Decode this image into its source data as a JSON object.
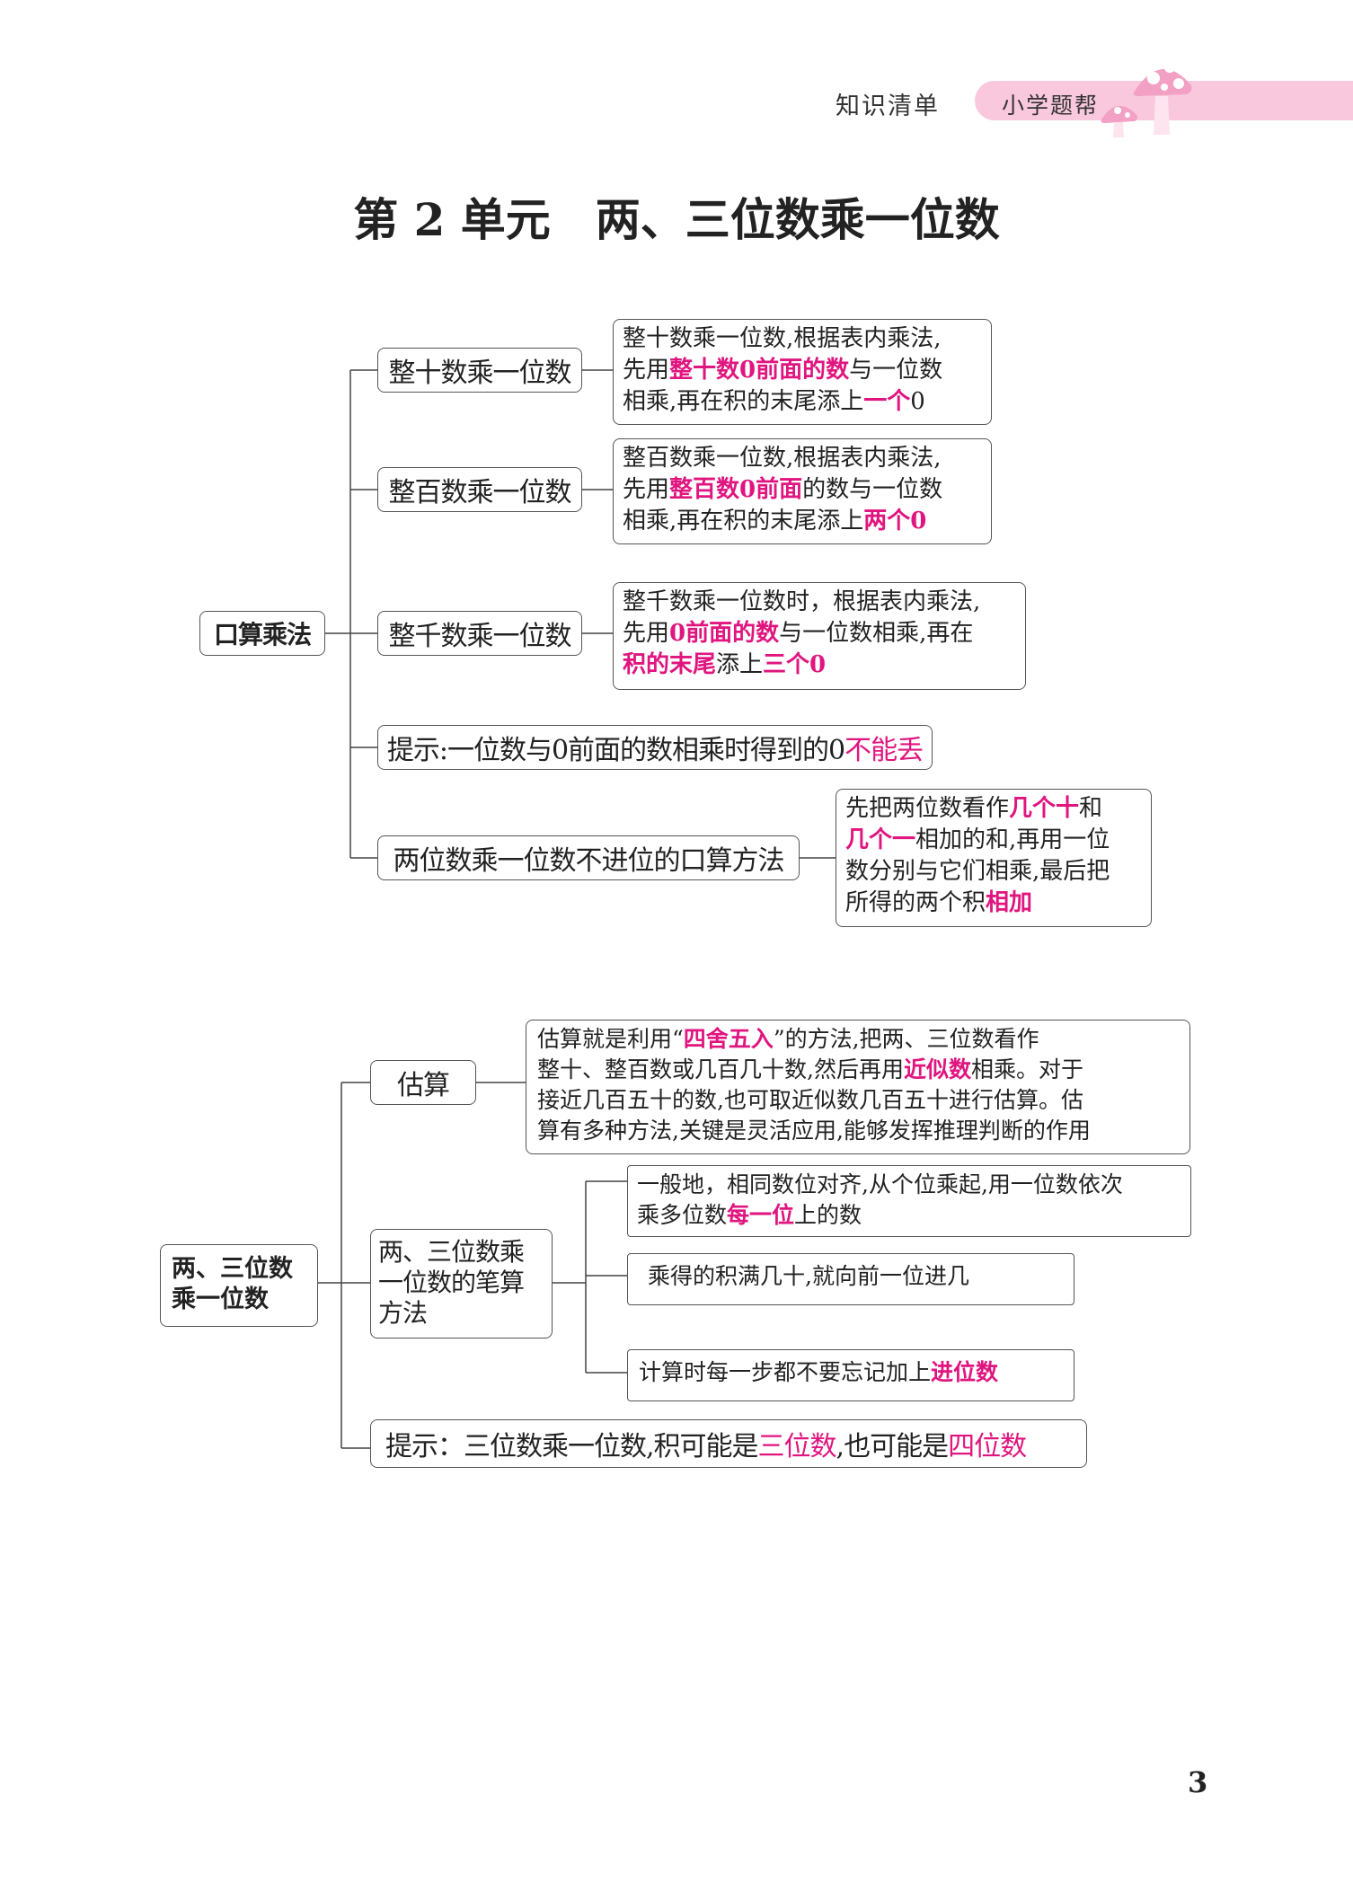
{
  "header": {
    "section_label": "知识清单",
    "brand_label": "小学题帮"
  },
  "title": "第 2 单元　两、三位数乘一位数",
  "page_number": "3",
  "colors": {
    "highlight": "#e0157f",
    "header_band": "#f9c8dc",
    "mushroom": "#f2a0c4"
  },
  "map1": {
    "root": "口算乘法",
    "items": [
      {
        "label": "整十数乘一位数",
        "desc": [
          [
            {
              "t": "整十数乘一位数,根据表内乘法,"
            }
          ],
          [
            {
              "t": "先用"
            },
            {
              "t": "整十数0前面的数",
              "hl": true
            },
            {
              "t": "与一位数"
            }
          ],
          [
            {
              "t": "相乘,再在积的末尾添上"
            },
            {
              "t": "一个",
              "hl": true
            },
            {
              "t": "0"
            }
          ]
        ]
      },
      {
        "label": "整百数乘一位数",
        "desc": [
          [
            {
              "t": "整百数乘一位数,根据表内乘法,"
            }
          ],
          [
            {
              "t": "先用"
            },
            {
              "t": "整百数0前面",
              "hl": true
            },
            {
              "t": "的数与一位数"
            }
          ],
          [
            {
              "t": "相乘,再在积的末尾添上"
            },
            {
              "t": "两个0",
              "hl": true
            }
          ]
        ]
      },
      {
        "label": "整千数乘一位数",
        "desc": [
          [
            {
              "t": "整千数乘一位数时，根据表内乘法,"
            }
          ],
          [
            {
              "t": "先用"
            },
            {
              "t": "0前面的数",
              "hl": true
            },
            {
              "t": "与一位数相乘,再在"
            }
          ],
          [
            {
              "t": "积的末尾",
              "hl": true
            },
            {
              "t": "添上"
            },
            {
              "t": "三个0",
              "hl": true
            }
          ]
        ]
      },
      {
        "label": "提示:一位数与0前面的数相乘时得到的0",
        "label_hl": "不能丢"
      },
      {
        "label": "两位数乘一位数不进位的口算方法",
        "desc": [
          [
            {
              "t": "先把两位数看作"
            },
            {
              "t": "几个十",
              "hl": true
            },
            {
              "t": "和"
            }
          ],
          [
            {
              "t": "几个一",
              "hl": true
            },
            {
              "t": "相加的和,再用一位"
            }
          ],
          [
            {
              "t": "数分别与它们相乘,最后把"
            }
          ],
          [
            {
              "t": "所得的两个积"
            },
            {
              "t": "相加",
              "hl": true
            }
          ]
        ]
      }
    ]
  },
  "map2": {
    "root_lines": [
      "两、三位数",
      "乘一位数"
    ],
    "estimate": {
      "label": "估算",
      "desc": [
        [
          {
            "t": "估算就是利用“"
          },
          {
            "t": "四舍五入",
            "hl": true
          },
          {
            "t": "”的方法,把两、三位数看作"
          }
        ],
        [
          {
            "t": "整十、整百数或几百几十数,然后再用"
          },
          {
            "t": "近似数",
            "hl": true
          },
          {
            "t": "相乘。对于"
          }
        ],
        [
          {
            "t": "接近几百五十的数,也可取近似数几百五十进行估算。估"
          }
        ],
        [
          {
            "t": "算有多种方法,关键是灵活应用,能够发挥推理判断的作用"
          }
        ]
      ]
    },
    "written": {
      "label_lines": [
        "两、三位数乘",
        "一位数的笔算",
        "方法"
      ],
      "items": [
        [
          [
            {
              "t": "一般地，相同数位对齐,从个位乘起,用一位数依次"
            }
          ],
          [
            {
              "t": "乘多位数"
            },
            {
              "t": "每一位",
              "hl": true
            },
            {
              "t": "上的数"
            }
          ]
        ],
        [
          [
            {
              "t": "乘得的积满几十,就向前一位进几"
            }
          ]
        ],
        [
          [
            {
              "t": "计算时每一步都不要忘记加上"
            },
            {
              "t": "进位数",
              "hl": true
            }
          ]
        ]
      ]
    },
    "tip": [
      {
        "t": "提示：三位数乘一位数,积可能是"
      },
      {
        "t": "三位数",
        "hl": true
      },
      {
        "t": ",也可能是"
      },
      {
        "t": "四位数",
        "hl": true
      }
    ]
  }
}
